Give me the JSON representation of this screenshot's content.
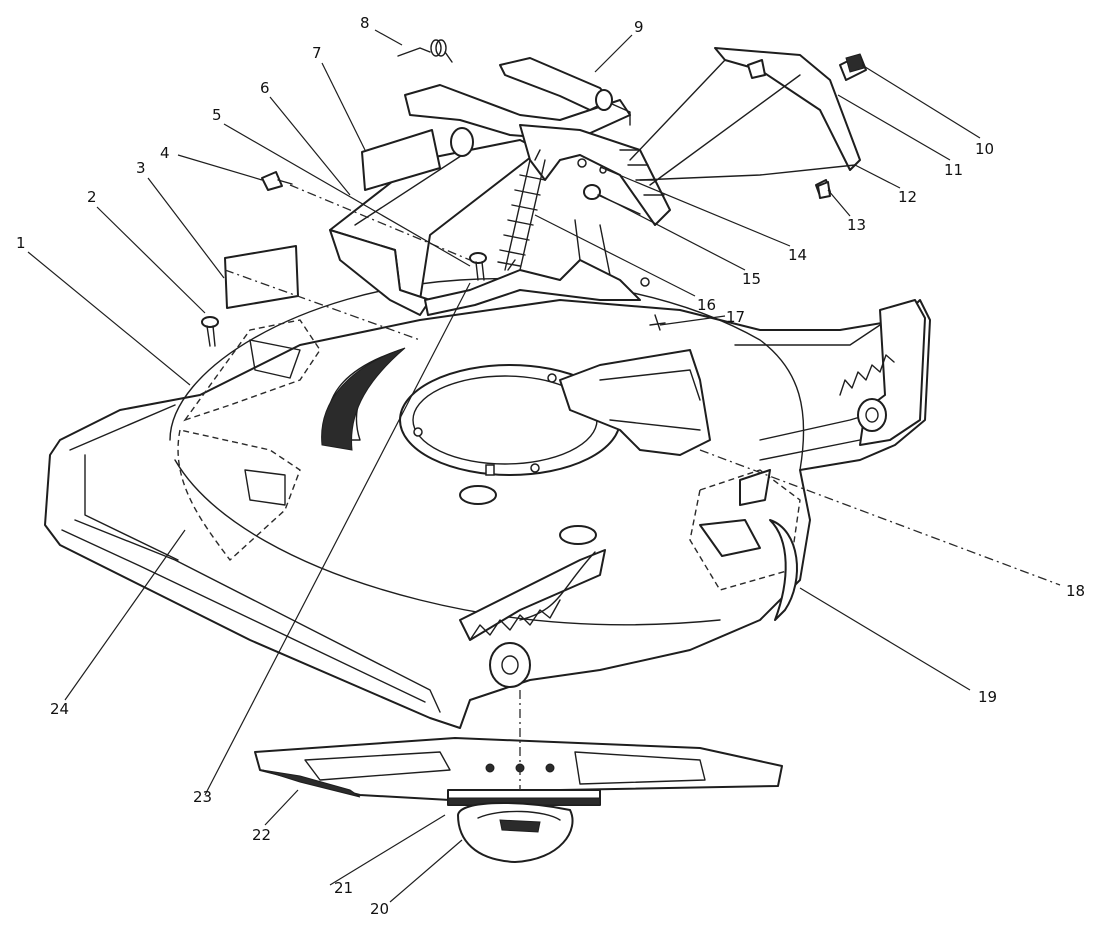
{
  "diagram": {
    "callouts": [
      {
        "id": "1",
        "label": "1"
      },
      {
        "id": "2",
        "label": "2"
      },
      {
        "id": "3",
        "label": "3"
      },
      {
        "id": "4",
        "label": "4"
      },
      {
        "id": "5",
        "label": "5"
      },
      {
        "id": "6",
        "label": "6"
      },
      {
        "id": "7",
        "label": "7"
      },
      {
        "id": "8",
        "label": "8"
      },
      {
        "id": "9",
        "label": "9"
      },
      {
        "id": "10",
        "label": "10"
      },
      {
        "id": "11",
        "label": "11"
      },
      {
        "id": "12",
        "label": "12"
      },
      {
        "id": "13",
        "label": "13"
      },
      {
        "id": "14",
        "label": "14"
      },
      {
        "id": "15",
        "label": "15"
      },
      {
        "id": "16",
        "label": "16"
      },
      {
        "id": "17",
        "label": "17"
      },
      {
        "id": "18",
        "label": "18"
      },
      {
        "id": "19",
        "label": "19"
      },
      {
        "id": "20",
        "label": "20"
      },
      {
        "id": "21",
        "label": "21"
      },
      {
        "id": "22",
        "label": "22"
      },
      {
        "id": "23",
        "label": "23"
      },
      {
        "id": "24",
        "label": "24"
      }
    ]
  },
  "colors": {
    "line": "#1e1e1e",
    "background": "#ffffff"
  }
}
